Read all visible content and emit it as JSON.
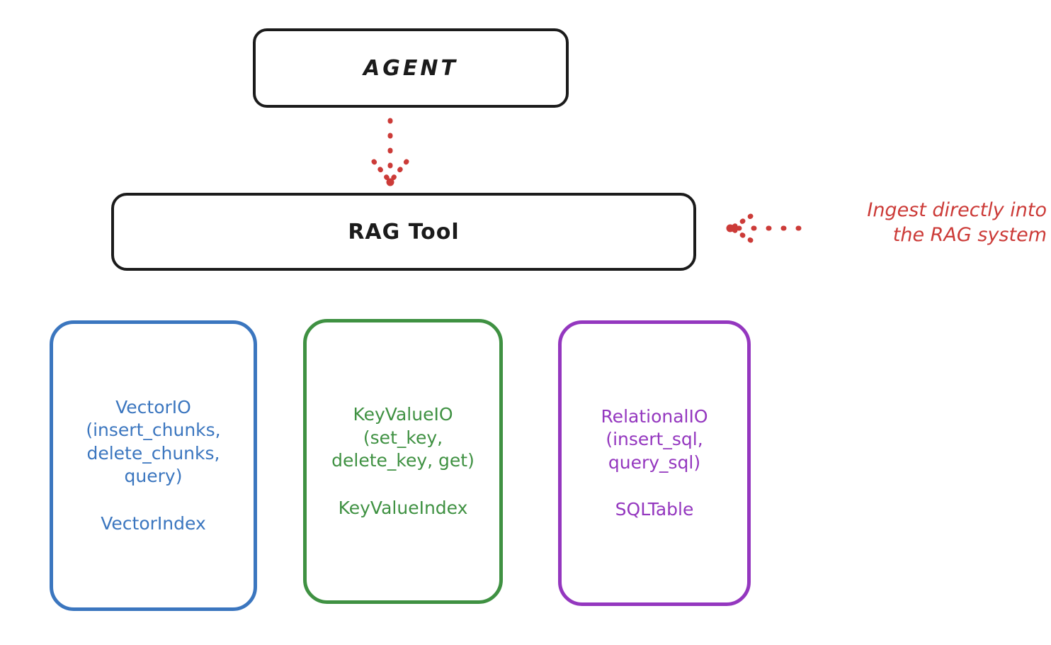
{
  "diagram": {
    "title": "RAG Tool architecture",
    "background": "#ffffff",
    "colors": {
      "black": "#1b1b1b",
      "red": "#cc3b38",
      "blue": "#3b76bf",
      "green": "#3f9142",
      "purple": "#9437bf"
    },
    "nodes": {
      "agent": {
        "label": "AGENT",
        "color": "#1b1b1b"
      },
      "rag_tool": {
        "label": "RAG Tool",
        "color": "#1b1b1b"
      },
      "vector_io": {
        "api": "VectorIO\n(insert_chunks,\ndelete_chunks,\nquery)",
        "index": "VectorIndex",
        "color": "#3b76bf"
      },
      "key_value_io": {
        "api": "KeyValueIO\n(set_key,\ndelete_key, get)",
        "index": "KeyValueIndex",
        "color": "#3f9142"
      },
      "relational_io": {
        "api": "RelationalIO\n(insert_sql,\nquery_sql)",
        "index": "SQLTable",
        "color": "#9437bf"
      }
    },
    "annotations": {
      "ingest": {
        "text": "Ingest directly into\nthe RAG system",
        "color": "#cc3b38"
      }
    },
    "edges": [
      {
        "name": "agent-to-rag-tool",
        "from": "agent",
        "to": "rag_tool",
        "style": "dotted",
        "color": "#cc3b38",
        "direction": "down"
      },
      {
        "name": "ingest-note-to-rag-tool",
        "from": "ingest",
        "to": "rag_tool",
        "style": "dotted",
        "color": "#cc3b38",
        "direction": "left"
      }
    ]
  }
}
